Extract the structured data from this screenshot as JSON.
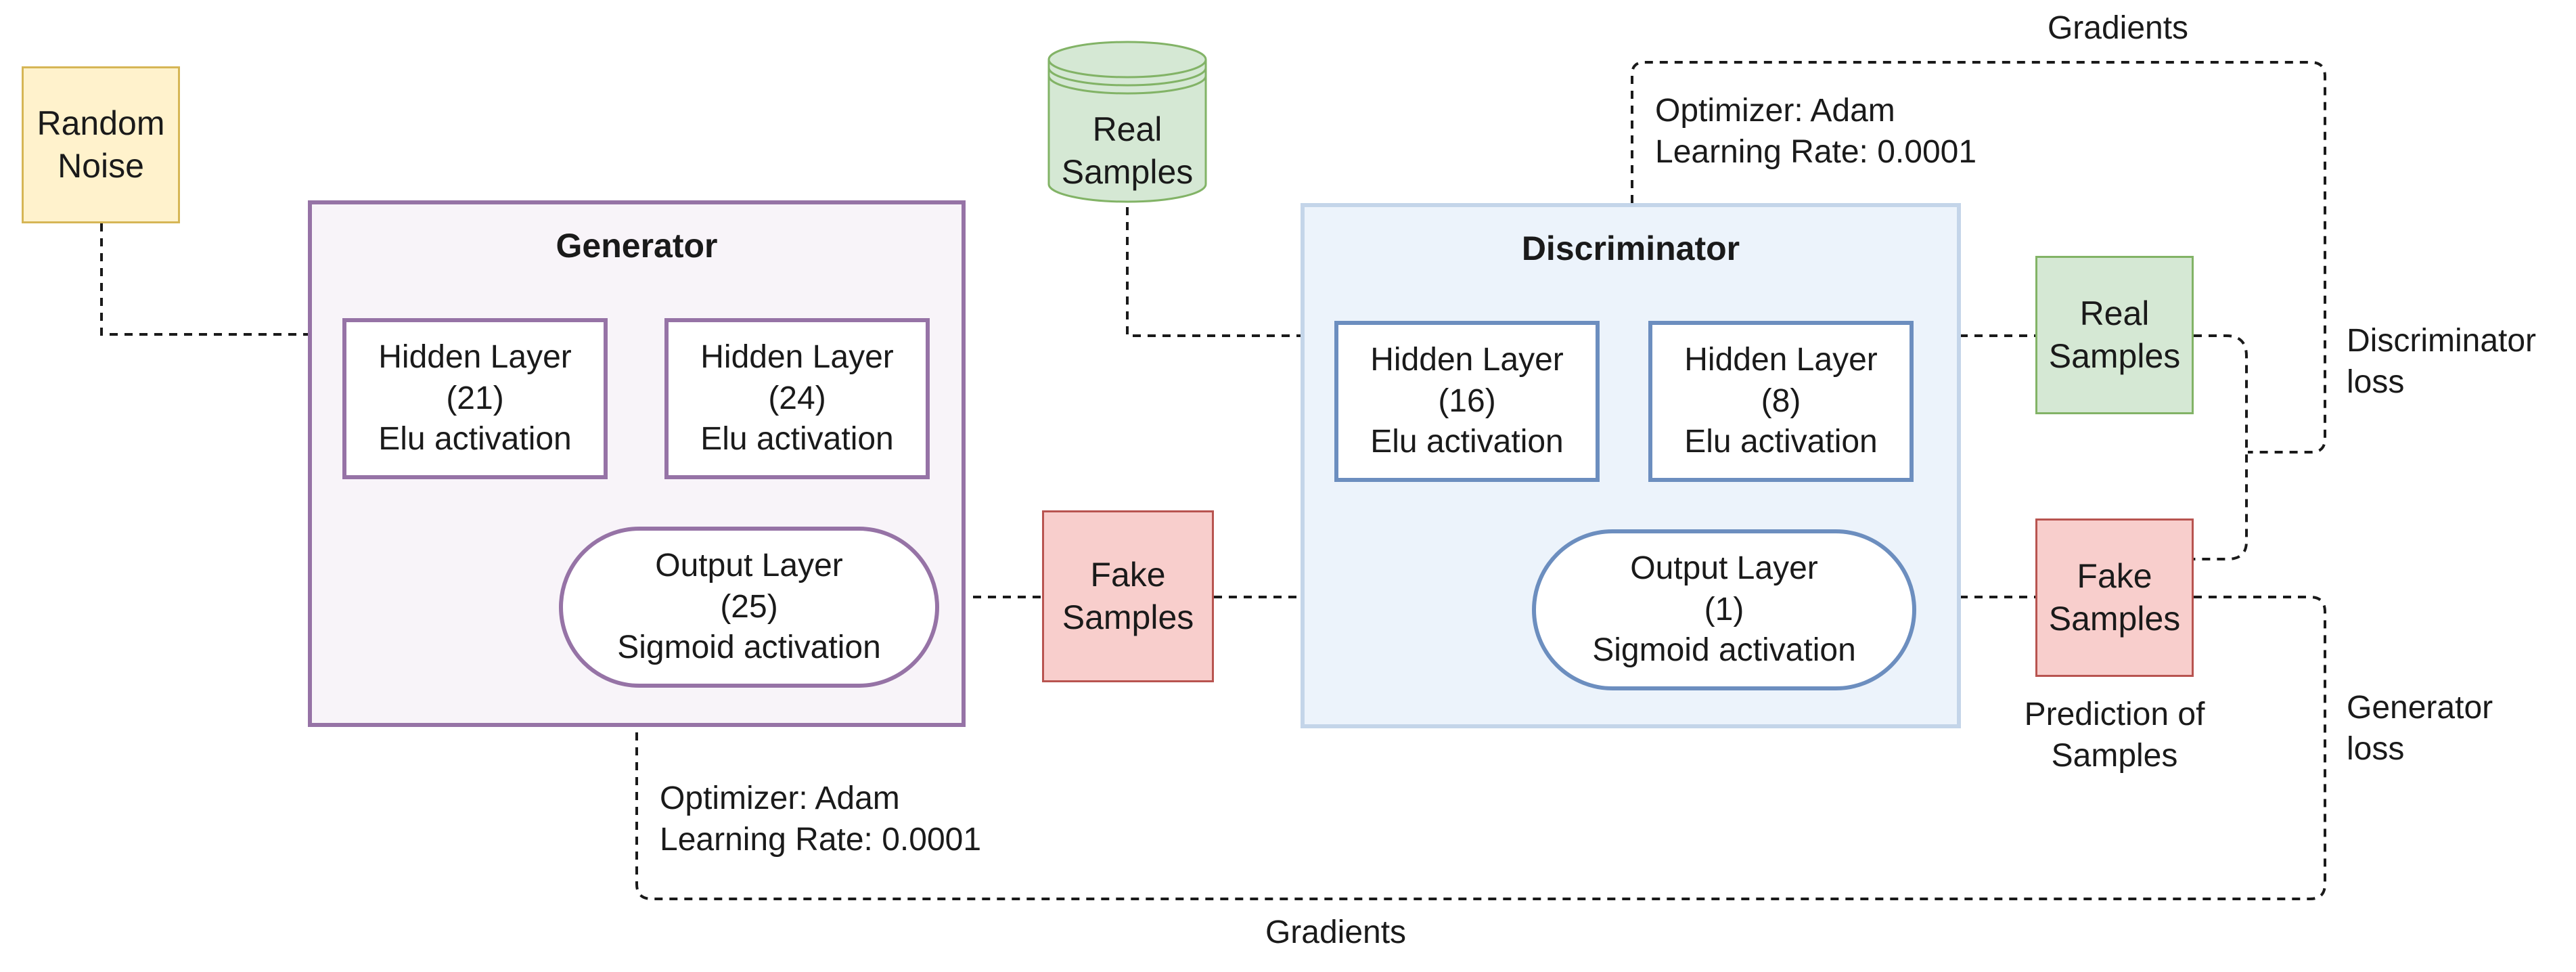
{
  "colors": {
    "noise_fill": "#fff2cc",
    "noise_stroke": "#d6b656",
    "generator_fill": "#f8f4f9",
    "generator_stroke": "#9673a6",
    "discriminator_fill": "#ecf3fb",
    "discriminator_stroke": "#c4d5e9",
    "disc_layer_stroke": "#6c8ebf",
    "real_fill": "#d5e8d4",
    "real_stroke": "#82b366",
    "fake_fill": "#f8cecc",
    "fake_stroke": "#b85450",
    "connector": "#1a1a1a"
  },
  "random_noise": {
    "line1": "Random",
    "line2": "Noise"
  },
  "real_samples_db": {
    "line1": "Real",
    "line2": "Samples"
  },
  "generator": {
    "title": "Generator",
    "hidden1": {
      "name": "Hidden Layer",
      "units": "(21)",
      "activation": "Elu activation"
    },
    "hidden2": {
      "name": "Hidden Layer",
      "units": "(24)",
      "activation": "Elu activation"
    },
    "output": {
      "name": "Output Layer",
      "units": "(25)",
      "activation": "Sigmoid activation"
    },
    "optimizer": "Optimizer: Adam",
    "learning_rate": "Learning Rate: 0.0001"
  },
  "discriminator": {
    "title": "Discriminator",
    "hidden1": {
      "name": "Hidden Layer",
      "units": "(16)",
      "activation": "Elu activation"
    },
    "hidden2": {
      "name": "Hidden Layer",
      "units": "(8)",
      "activation": "Elu activation"
    },
    "output": {
      "name": "Output Layer",
      "units": "(1)",
      "activation": "Sigmoid activation"
    },
    "optimizer": "Optimizer: Adam",
    "learning_rate": "Learning Rate: 0.0001"
  },
  "fake_samples_mid": {
    "line1": "Fake",
    "line2": "Samples"
  },
  "prediction": {
    "real": {
      "line1": "Real",
      "line2": "Samples"
    },
    "fake": {
      "line1": "Fake",
      "line2": "Samples"
    },
    "caption_line1": "Prediction of",
    "caption_line2": "Samples"
  },
  "labels": {
    "gradients_top": "Gradients",
    "gradients_bottom": "Gradients",
    "discriminator_loss_line1": "Discriminator",
    "discriminator_loss_line2": "loss",
    "generator_loss_line1": "Generator",
    "generator_loss_line2": "loss"
  }
}
